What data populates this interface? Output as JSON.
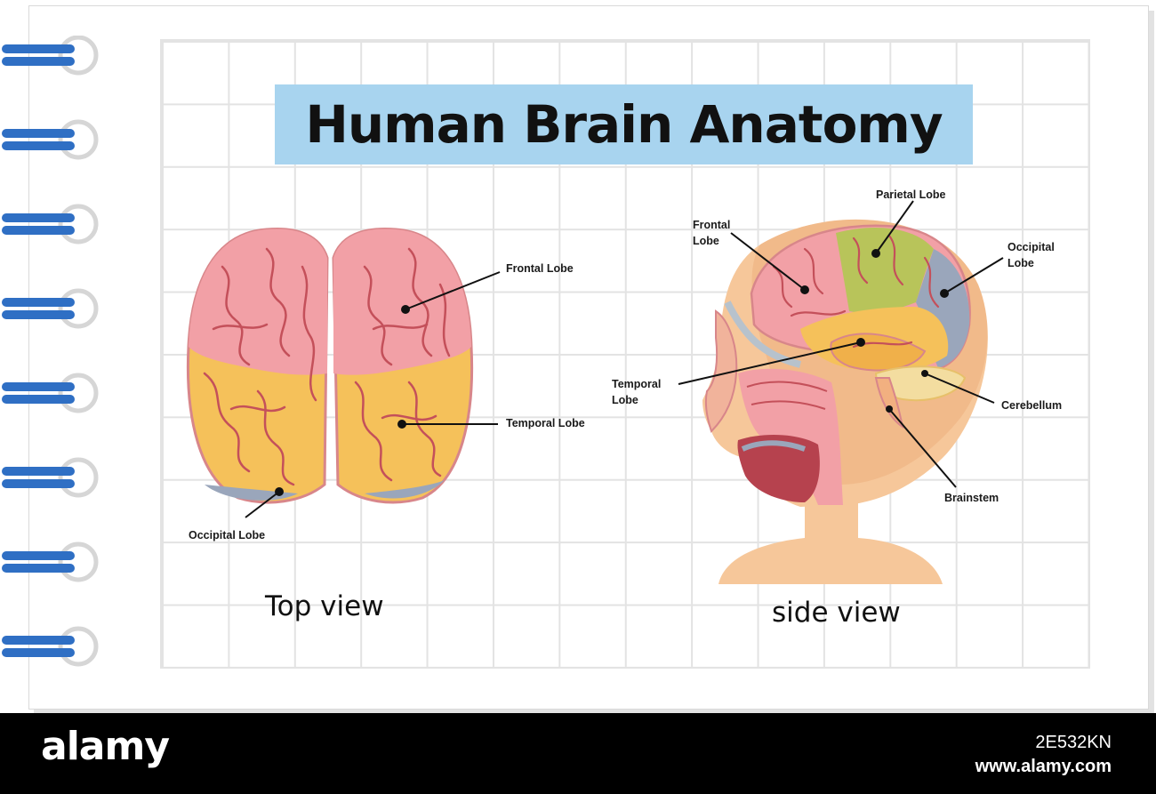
{
  "title": "Human Brain Anatomy",
  "top_view": {
    "caption": "Top view",
    "labels": {
      "frontal": "Frontal Lobe",
      "temporal": "Temporal Lobe",
      "occipital": "Occipital Lobe"
    }
  },
  "side_view": {
    "caption": "side view",
    "labels": {
      "frontal_1": "Frontal",
      "frontal_2": "Lobe",
      "parietal": "Parietal Lobe",
      "occipital_1": "Occipital",
      "occipital_2": "Lobe",
      "temporal_1": "Temporal",
      "temporal_2": "Lobe",
      "cerebellum": "Cerebellum",
      "brainstem": "Brainstem"
    }
  },
  "watermark": {
    "logo": "alamy",
    "image_id": "2E532KN",
    "url": "www.alamy.com"
  },
  "colors": {
    "title_band": "#a8d4ef",
    "brain_pink": "#f2a0a6",
    "brain_orange": "#f5c15a",
    "brain_blue": "#9aa6bb",
    "parietal_green": "#b8c45a",
    "skin": "#f6c79a",
    "binding_blue": "#2f6fc4"
  }
}
